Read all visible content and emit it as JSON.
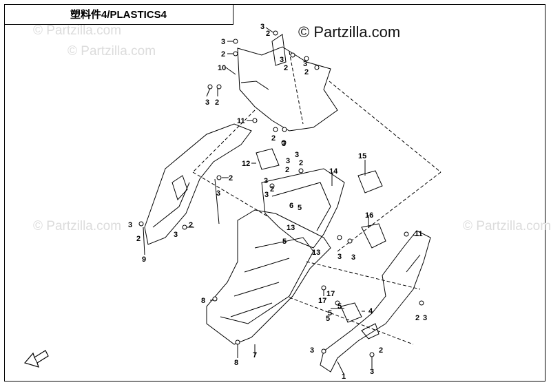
{
  "title": "塑料件4/PLASTICS4",
  "watermark": "© Partzilla.com",
  "watermark_faint": "© Partzilla.com",
  "callouts": [
    "1",
    "2",
    "3",
    "4",
    "5",
    "6",
    "7",
    "8",
    "9",
    "10",
    "11",
    "12",
    "13",
    "14",
    "15",
    "16",
    "17"
  ],
  "labels": [
    {
      "id": "l1",
      "text": "3"
    },
    {
      "id": "l2",
      "text": "2"
    },
    {
      "id": "l3",
      "text": "3"
    },
    {
      "id": "l4",
      "text": "2"
    },
    {
      "id": "l5",
      "text": "10"
    },
    {
      "id": "l6",
      "text": "3"
    },
    {
      "id": "l7",
      "text": "2"
    },
    {
      "id": "l8",
      "text": "3"
    },
    {
      "id": "l9",
      "text": "2"
    },
    {
      "id": "l10",
      "text": "3"
    },
    {
      "id": "l11",
      "text": "2"
    },
    {
      "id": "l12",
      "text": "11"
    },
    {
      "id": "l13",
      "text": "2"
    },
    {
      "id": "l14",
      "text": "3"
    },
    {
      "id": "l15",
      "text": "12"
    },
    {
      "id": "l16",
      "text": "3"
    },
    {
      "id": "l17",
      "text": "2"
    },
    {
      "id": "l18",
      "text": "3"
    },
    {
      "id": "l19",
      "text": "2"
    },
    {
      "id": "l20",
      "text": "3"
    },
    {
      "id": "l21",
      "text": "2"
    },
    {
      "id": "l22",
      "text": "3"
    },
    {
      "id": "l23",
      "text": "14"
    },
    {
      "id": "l24",
      "text": "15"
    },
    {
      "id": "l25",
      "text": "5"
    },
    {
      "id": "l26",
      "text": "6"
    },
    {
      "id": "l27",
      "text": "3"
    },
    {
      "id": "l28",
      "text": "2"
    },
    {
      "id": "l29",
      "text": "16"
    },
    {
      "id": "l30",
      "text": "13"
    },
    {
      "id": "l31",
      "text": "5"
    },
    {
      "id": "l32",
      "text": "3"
    },
    {
      "id": "l33",
      "text": "2"
    },
    {
      "id": "l34",
      "text": "3"
    },
    {
      "id": "l35",
      "text": "2"
    },
    {
      "id": "l36",
      "text": "9"
    },
    {
      "id": "l37",
      "text": "11"
    },
    {
      "id": "l38",
      "text": "3"
    },
    {
      "id": "l39",
      "text": "13"
    },
    {
      "id": "l40",
      "text": "3"
    },
    {
      "id": "l41",
      "text": "8"
    },
    {
      "id": "l42",
      "text": "17"
    },
    {
      "id": "l43",
      "text": "17"
    },
    {
      "id": "l44",
      "text": "5"
    },
    {
      "id": "l45",
      "text": "4"
    },
    {
      "id": "l46",
      "text": "5"
    },
    {
      "id": "l47",
      "text": "5"
    },
    {
      "id": "l48",
      "text": "2"
    },
    {
      "id": "l49",
      "text": "3"
    },
    {
      "id": "l50",
      "text": "8"
    },
    {
      "id": "l51",
      "text": "7"
    },
    {
      "id": "l52",
      "text": "3"
    },
    {
      "id": "l53",
      "text": "2"
    },
    {
      "id": "l54",
      "text": "3"
    },
    {
      "id": "l55",
      "text": "1"
    }
  ]
}
